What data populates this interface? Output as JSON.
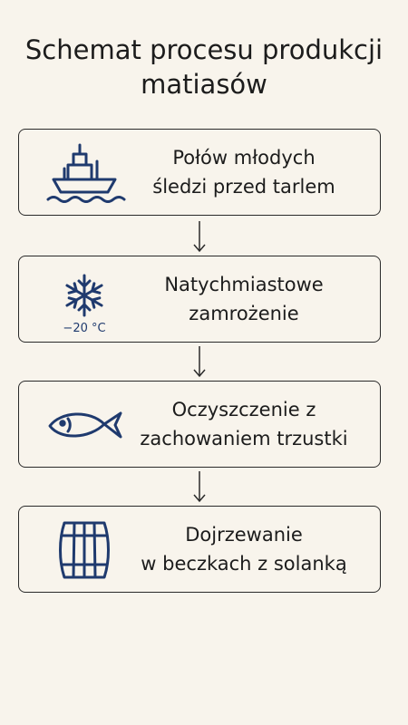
{
  "title": "Schemat procesu produkcji matiasów",
  "steps": [
    {
      "line1": "Połów młodych",
      "line2": "śledzi przed tarlem",
      "icon": "ship-icon"
    },
    {
      "line1": "Natychmiastowe",
      "line2": "zamrożenie",
      "icon": "snowflake-icon",
      "temperature": "−20 °C"
    },
    {
      "line1": "Oczyszczenie z",
      "line2": "zachowaniem trzustki",
      "icon": "fish-icon"
    },
    {
      "line1": "Dojrzewanie",
      "line2": "w beczkach z solanką",
      "icon": "barrel-icon"
    }
  ],
  "colors": {
    "icon": "#1f3a6e",
    "background": "#f8f4ec",
    "border": "#2a2a2a"
  }
}
